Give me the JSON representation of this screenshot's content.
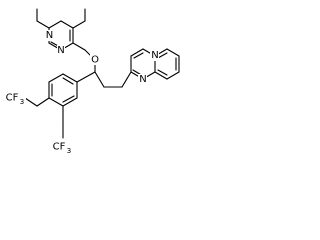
{
  "molecule": {
    "atom_labels": {
      "pyrimidine_n_top": "N",
      "pyrimidine_n_bottom": "N",
      "ether_o": "O",
      "quinoxaline_n_top": "N",
      "quinoxaline_n_bottom": "N",
      "cf3_left": "CF",
      "cf3_left_sub": "3",
      "cf3_bottom": "CF",
      "cf3_bottom_sub": "3"
    }
  }
}
